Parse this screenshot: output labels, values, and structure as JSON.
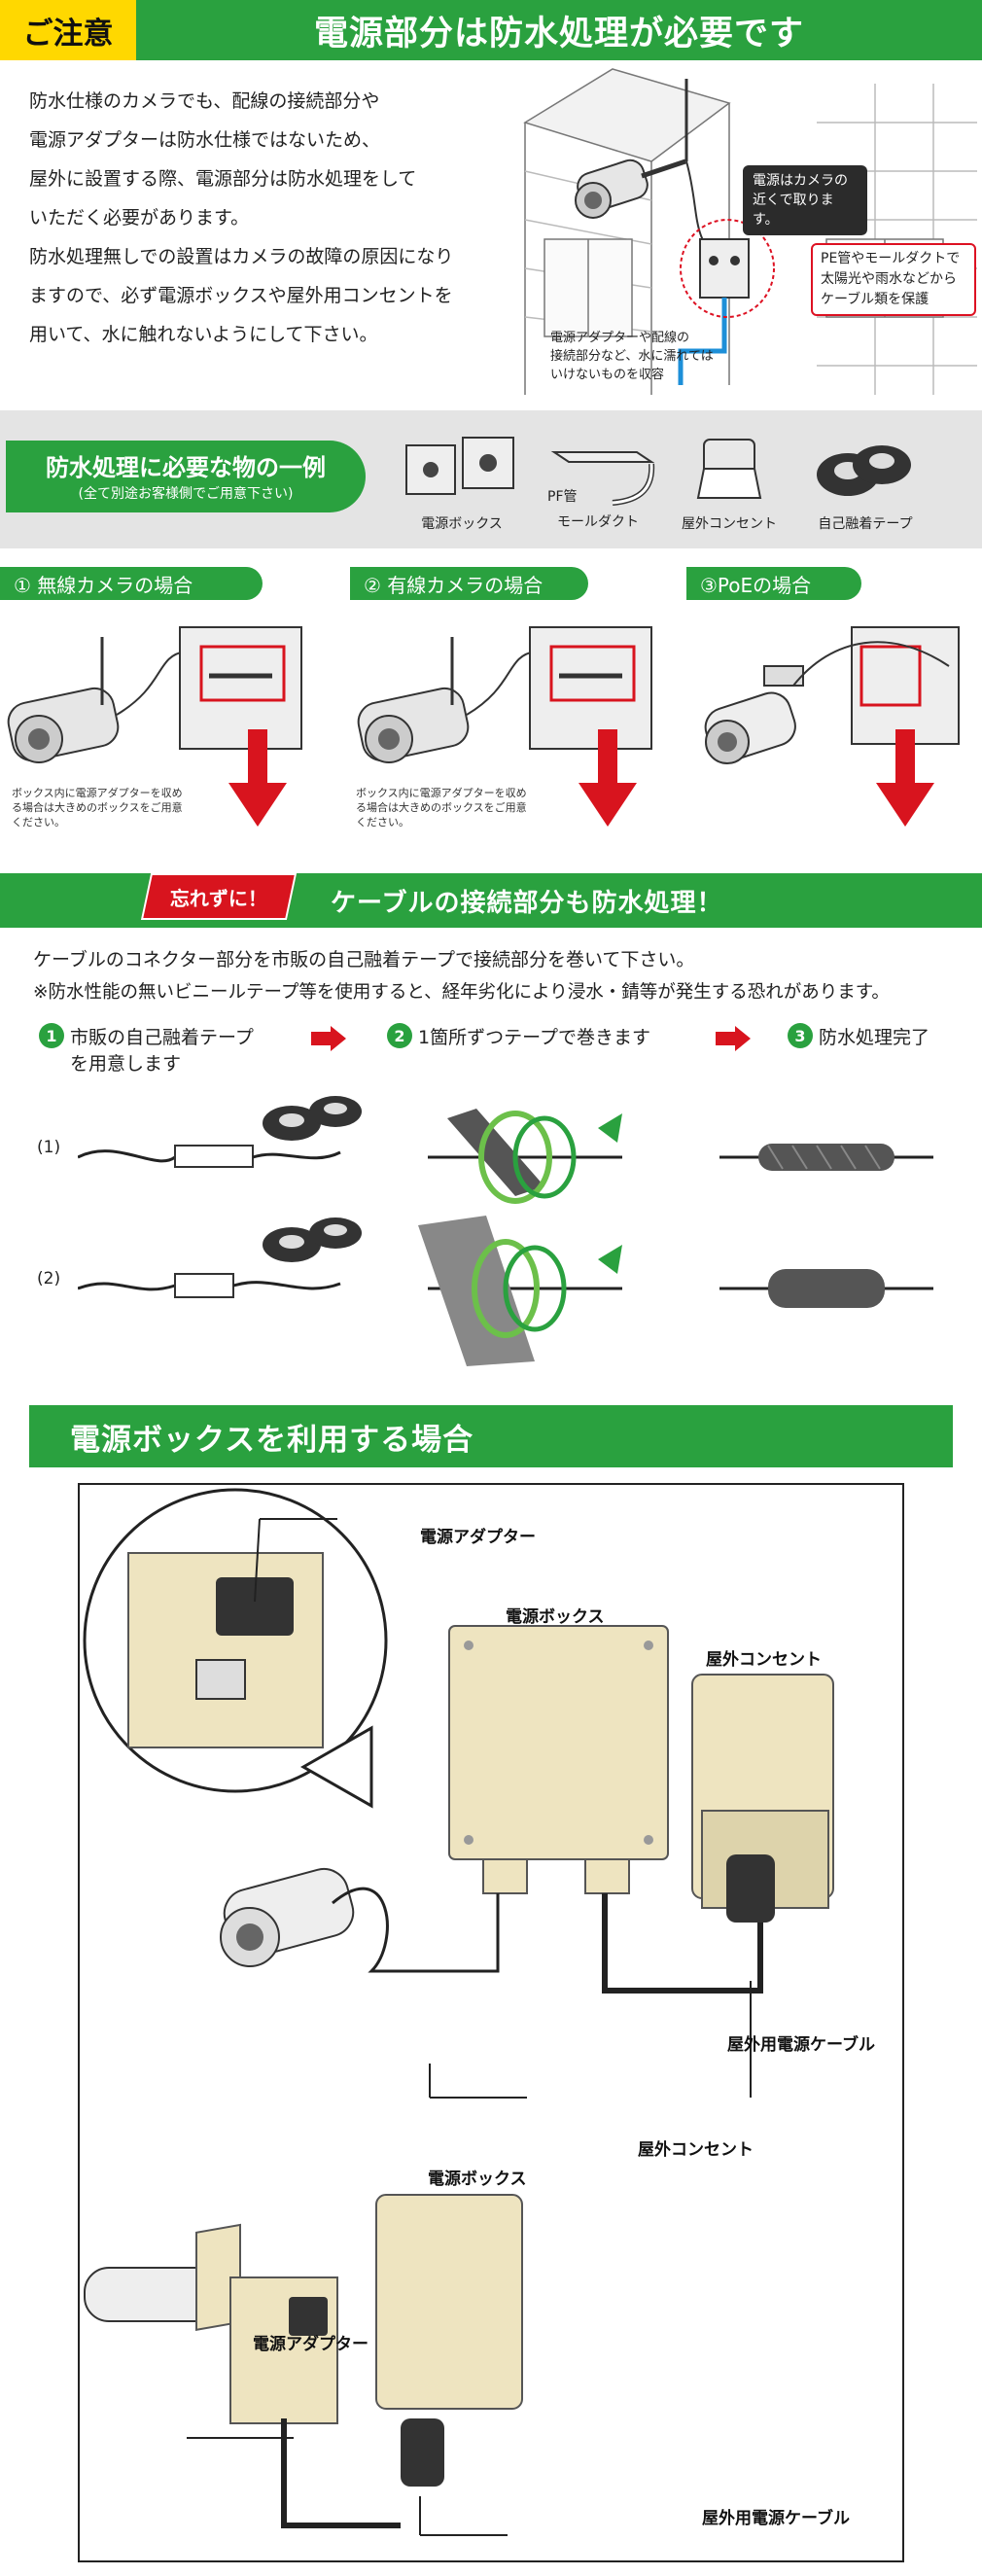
{
  "header": {
    "tag": "ご注意",
    "title": "電源部分は防水処理が必要です"
  },
  "intro": {
    "lines": [
      "防水仕様のカメラでも、配線の接続部分や",
      "電源アダプターは防水仕様ではないため、",
      "屋外に設置する際、電源部分は防水処理をして",
      "いただく必要があります。",
      "防水処理無しでの設置はカメラの故障の原因になり",
      "ますので、必ず電源ボックスや屋外用コンセントを",
      "用いて、水に触れないようにして下さい。"
    ]
  },
  "illustration": {
    "callout": [
      "電源はカメラの",
      "近くで取ります。"
    ],
    "pe_note": [
      "PE管やモールダクトで",
      "太陽光や雨水などから",
      "ケーブル類を保護"
    ],
    "box_note": [
      "電源アダプターや配線の",
      "接続部分など、水に濡れては",
      "いけないものを収容"
    ]
  },
  "items_band": {
    "title": "防水処理に必要な物の一例",
    "subtitle": "(全て別途お客様側でご用意下さい)",
    "items": [
      {
        "label": "電源ボックス"
      },
      {
        "label_line1": "PF管",
        "label_line2": "モールダクト"
      },
      {
        "label": "屋外コンセント"
      },
      {
        "label": "自己融着テープ"
      }
    ]
  },
  "cases": [
    {
      "title": "① 無線カメラの場合",
      "note": [
        "ボックス内に電源アダプターを収め",
        "る場合は大きめのボックスをご用意",
        "ください。"
      ]
    },
    {
      "title": "② 有線カメラの場合",
      "note": [
        "ボックス内に電源アダプターを収め",
        "る場合は大きめのボックスをご用意",
        "ください。"
      ]
    },
    {
      "title": "③PoEの場合"
    }
  ],
  "forget": {
    "tag": "忘れずに！",
    "title": "ケーブルの接続部分も防水処理！",
    "text1": "ケーブルのコネクター部分を市販の自己融着テープで接続部分を巻いて下さい。",
    "text2": "※防水性能の無いビニールテープ等を使用すると、経年劣化により浸水・錆等が発生する恐れがあります。",
    "steps": [
      {
        "num": "1",
        "line1": "市販の自己融着テープ",
        "line2": "を用意します"
      },
      {
        "num": "2",
        "line1": "1箇所ずつテープで巻きます"
      },
      {
        "num": "3",
        "line1": "防水処理完了"
      }
    ],
    "row_labels": [
      "(1)",
      "(2)"
    ]
  },
  "power_box": {
    "title": "電源ボックスを利用する場合",
    "top": {
      "adapter": "電源アダプター",
      "box": "電源ボックス",
      "outlet": "屋外コンセント",
      "cable": "屋外用電源ケーブル"
    },
    "bottom": {
      "box": "電源ボックス",
      "outlet": "屋外コンセント",
      "adapter": "電源アダプター",
      "cable": "屋外用電源ケーブル"
    }
  },
  "colors": {
    "green": "#2aa13f",
    "yellow": "#ffd800",
    "red": "#d8141e",
    "beige": "#eee4c0"
  }
}
